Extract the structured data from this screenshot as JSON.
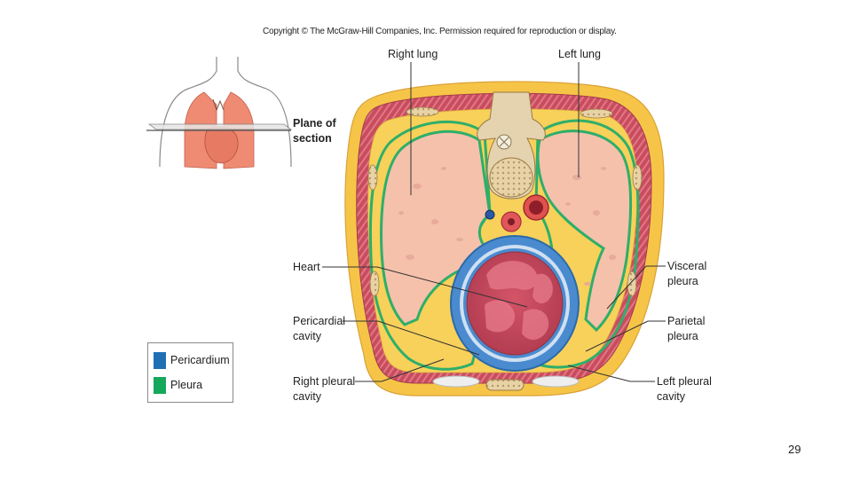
{
  "copyright": "Copyright © The McGraw-Hill Companies, Inc. Permission required for reproduction or display.",
  "labels": {
    "right_lung": "Right lung",
    "left_lung": "Left lung",
    "plane_line1": "Plane of",
    "plane_line2": "section",
    "heart": "Heart",
    "pericardial_line1": "Pericardial",
    "pericardial_line2": "cavity",
    "right_pleural_line1": "Right pleural",
    "right_pleural_line2": "cavity",
    "visceral_line1": "Visceral",
    "visceral_line2": "pleura",
    "parietal_line1": "Parietal",
    "parietal_line2": "pleura",
    "left_pleural_line1": "Left pleural",
    "left_pleural_line2": "cavity"
  },
  "legend": {
    "items": [
      {
        "label": "Pericardium",
        "color": "#1f6fb5"
      },
      {
        "label": "Pleura",
        "color": "#16a85a"
      }
    ]
  },
  "page_number": "29",
  "colors": {
    "fat": "#f5c74a",
    "muscle": "#c8505f",
    "lung": "#f6c3ad",
    "pleura": "#2fae6a",
    "pericardium": "#3a7fc6",
    "heart": "#c84a5c",
    "bone": "#e9d9b6"
  }
}
